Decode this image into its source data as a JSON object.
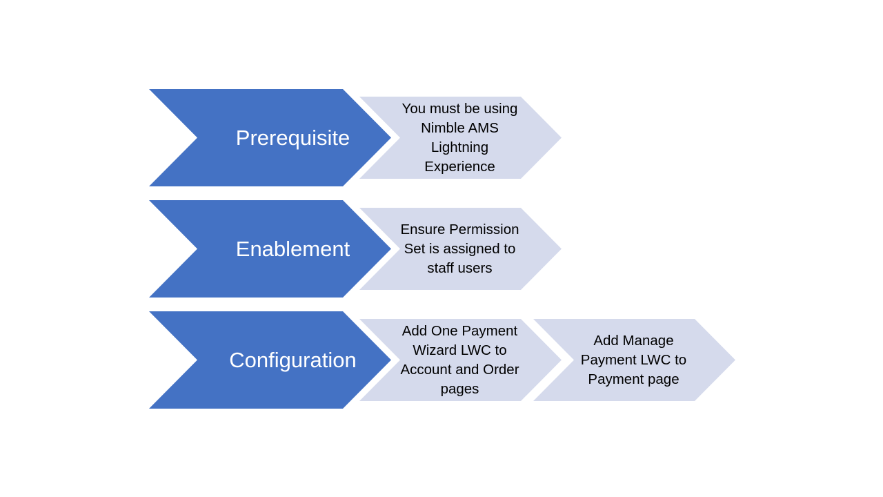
{
  "colors": {
    "step_fill": "#4472C4",
    "detail_fill": "#D5DAEC",
    "step_text": "#FFFFFF",
    "detail_text": "#000000",
    "background": "#FFFFFF"
  },
  "steps": [
    {
      "label": "Prerequisite",
      "details": [
        "You must be using Nimble AMS Lightning Experience"
      ]
    },
    {
      "label": "Enablement",
      "details": [
        "Ensure Permission Set is assigned to staff users"
      ]
    },
    {
      "label": "Configuration",
      "details": [
        "Add One Payment Wizard LWC to Account and Order pages",
        "Add Manage Payment LWC to Payment page"
      ]
    }
  ]
}
